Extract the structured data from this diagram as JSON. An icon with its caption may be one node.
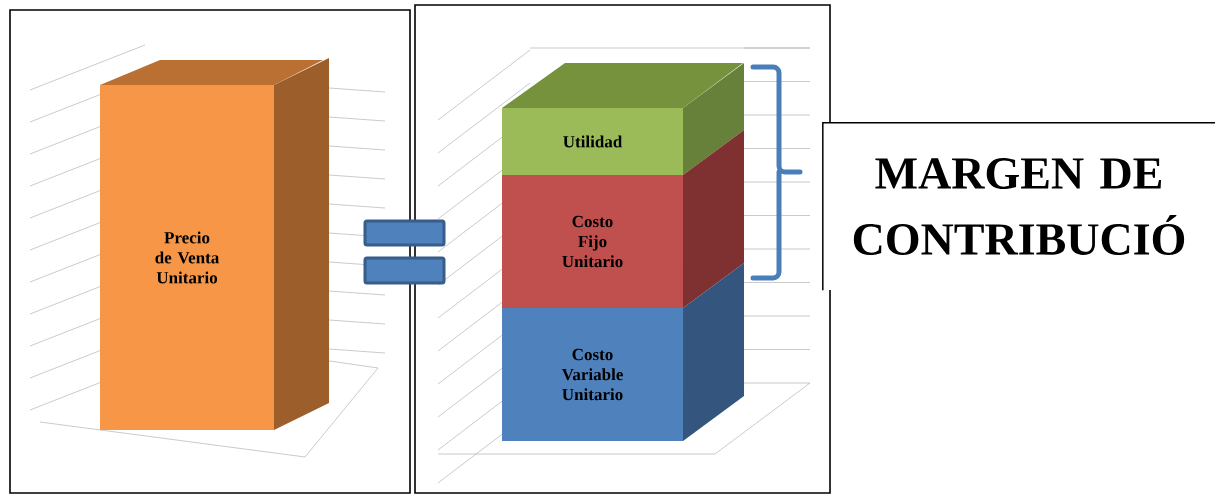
{
  "diagram": {
    "nodes": [
      {
        "text": [],
        "shape": "box"
      },
      {
        "text": [
          "Precio de Venta Unitario"
        ],
        "in": 0
      },
      {
        "text": [],
        "shape": "box"
      },
      {
        "text": [
          "Utilidad"
        ],
        "in": 2
      },
      {
        "text": [
          "Costo Fijo Unitario"
        ],
        "in": 2
      },
      {
        "text": [
          "Costo Variable Unitario"
        ],
        "in": 2
      },
      {
        "text": [
          "MARGEN DE CONTRIBUCIÓ"
        ]
      }
    ]
  }
}
